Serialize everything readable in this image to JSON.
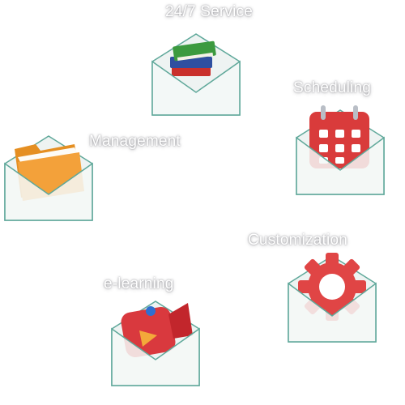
{
  "features": [
    {
      "label": "24/7 Service",
      "icon": "books-icon"
    },
    {
      "label": "Scheduling",
      "icon": "calendar-icon"
    },
    {
      "label": "Management",
      "icon": "folder-icon"
    },
    {
      "label": "Customization",
      "icon": "gear-icon"
    },
    {
      "label": "e-learning",
      "icon": "video-camera-icon"
    }
  ],
  "colors": {
    "envelope_fill": "#eef3f2",
    "envelope_edge": "#5fa89a",
    "books_green": "#3c9a3f",
    "calendar_red": "#d93b3b",
    "folder_orange": "#f3a13a",
    "gear_red": "#e04545",
    "camera_red": "#d9393e"
  }
}
